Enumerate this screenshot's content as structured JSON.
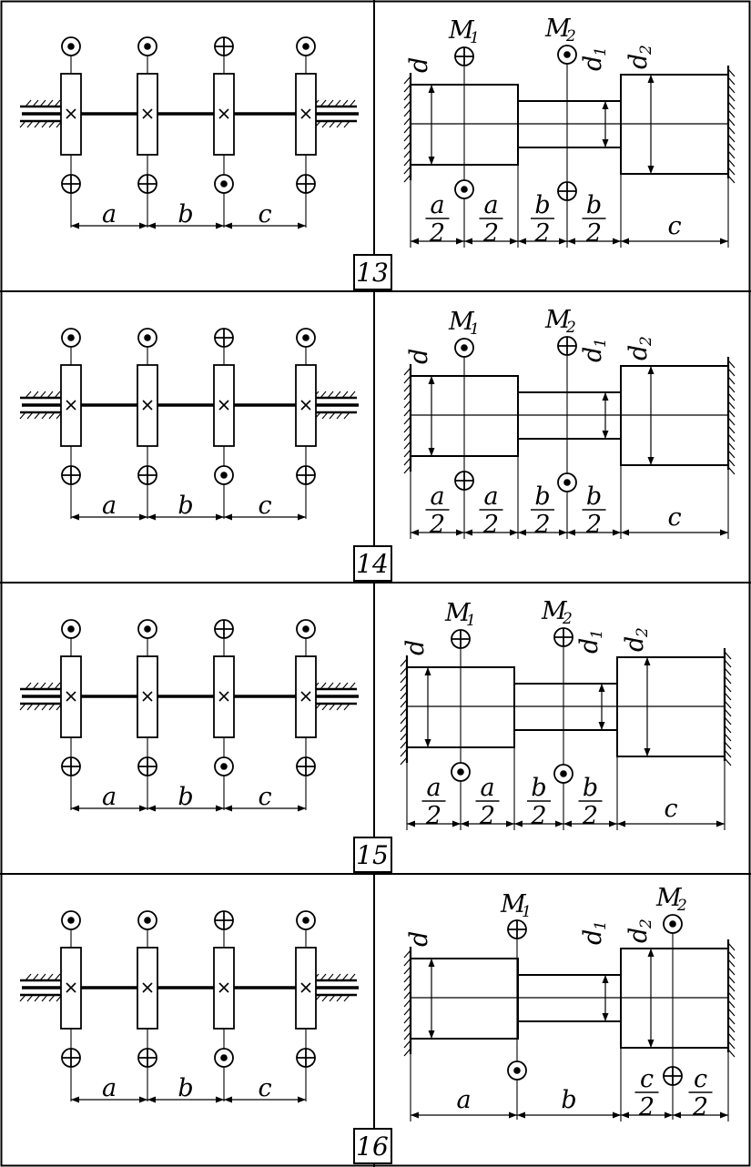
{
  "colors": {
    "ink": "#000000",
    "paper": "#ffffff"
  },
  "symbols": {
    "dot": "moment-out-of-page-icon",
    "plus": "moment-into-page-icon",
    "x": "shaft-cross-icon"
  },
  "panels": [
    {
      "number": "13",
      "left": {
        "top": [
          "dot",
          "dot",
          "plus",
          "dot"
        ],
        "bottom": [
          "plus",
          "plus",
          "dot",
          "plus"
        ],
        "labels": [
          "a",
          "b",
          "c"
        ]
      },
      "right": {
        "variant": "ab",
        "m1": {
          "letter": "M",
          "sub": "1"
        },
        "m2": {
          "letter": "M",
          "sub": "2"
        },
        "m1_top": "plus",
        "m2_top": "dot",
        "m1_bottom": "dot",
        "m2_bottom": "plus",
        "d": "d",
        "d1": {
          "letter": "d",
          "sub": "1"
        },
        "d2": {
          "letter": "d",
          "sub": "2"
        },
        "dims": [
          {
            "num": "a",
            "den": "2"
          },
          {
            "num": "a",
            "den": "2"
          },
          {
            "num": "b",
            "den": "2"
          },
          {
            "num": "b",
            "den": "2"
          },
          {
            "text": "c"
          }
        ]
      }
    },
    {
      "number": "14",
      "left": {
        "top": [
          "dot",
          "dot",
          "plus",
          "dot"
        ],
        "bottom": [
          "plus",
          "plus",
          "dot",
          "plus"
        ],
        "labels": [
          "a",
          "b",
          "c"
        ]
      },
      "right": {
        "variant": "ab",
        "m1": {
          "letter": "M",
          "sub": "1"
        },
        "m2": {
          "letter": "M",
          "sub": "2"
        },
        "m1_top": "dot",
        "m2_top": "plus",
        "m1_bottom": "plus",
        "m2_bottom": "dot",
        "d": "d",
        "d1": {
          "letter": "d",
          "sub": "1"
        },
        "d2": {
          "letter": "d",
          "sub": "2"
        },
        "dims": [
          {
            "num": "a",
            "den": "2"
          },
          {
            "num": "a",
            "den": "2"
          },
          {
            "num": "b",
            "den": "2"
          },
          {
            "num": "b",
            "den": "2"
          },
          {
            "text": "c"
          }
        ]
      }
    },
    {
      "number": "15",
      "left": {
        "top": [
          "dot",
          "dot",
          "plus",
          "dot"
        ],
        "bottom": [
          "plus",
          "plus",
          "dot",
          "plus"
        ],
        "labels": [
          "a",
          "b",
          "c"
        ]
      },
      "right": {
        "variant": "ab",
        "m1": {
          "letter": "M",
          "sub": "1"
        },
        "m2": {
          "letter": "M",
          "sub": "2"
        },
        "m1_top": "plus",
        "m2_top": "plus",
        "m1_bottom": "dot",
        "m2_bottom": "dot",
        "d": "d",
        "d1": {
          "letter": "d",
          "sub": "1"
        },
        "d2": {
          "letter": "d",
          "sub": "2"
        },
        "dims": [
          {
            "num": "a",
            "den": "2"
          },
          {
            "num": "a",
            "den": "2"
          },
          {
            "num": "b",
            "den": "2"
          },
          {
            "num": "b",
            "den": "2"
          },
          {
            "text": "c"
          }
        ]
      }
    },
    {
      "number": "16",
      "left": {
        "top": [
          "dot",
          "dot",
          "plus",
          "dot"
        ],
        "bottom": [
          "plus",
          "plus",
          "dot",
          "plus"
        ],
        "labels": [
          "a",
          "b",
          "c"
        ]
      },
      "right": {
        "variant": "bc",
        "m1": {
          "letter": "M",
          "sub": "1"
        },
        "m2": {
          "letter": "M",
          "sub": "2"
        },
        "m1_top": "plus",
        "m2_top": "dot",
        "m1_bottom": "dot",
        "m2_bottom": "plus",
        "d": "d",
        "d1": {
          "letter": "d",
          "sub": "1"
        },
        "d2": {
          "letter": "d",
          "sub": "2"
        },
        "dims": [
          {
            "text": "a"
          },
          {
            "text": "b"
          },
          {
            "num": "c",
            "den": "2"
          },
          {
            "num": "c",
            "den": "2"
          }
        ]
      }
    }
  ]
}
